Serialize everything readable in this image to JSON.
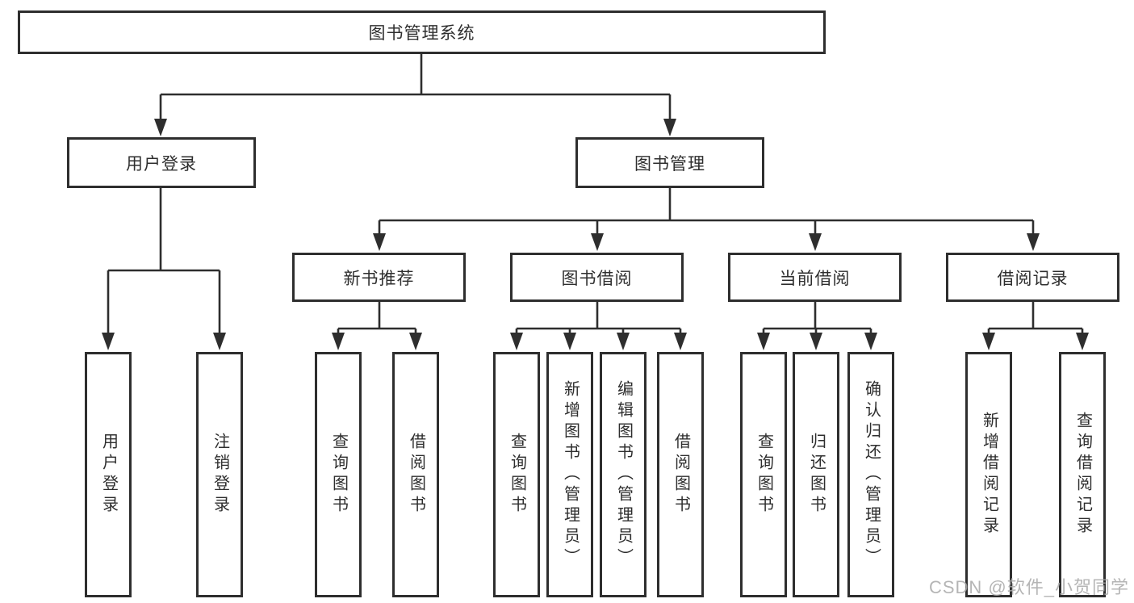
{
  "tree": {
    "root": {
      "label": "图书管理系统"
    },
    "user_login": {
      "label": "用户登录",
      "leaves": [
        "用户登录",
        "注销登录"
      ]
    },
    "book_mgmt": {
      "label": "图书管理",
      "sections": [
        {
          "label": "新书推荐",
          "leaves": [
            "查询图书",
            "借阅图书"
          ]
        },
        {
          "label": "图书借阅",
          "leaves": [
            "查询图书",
            "新增图书（管理员）",
            "编辑图书（管理员）",
            "借阅图书"
          ]
        },
        {
          "label": "当前借阅",
          "leaves": [
            "查询图书",
            "归还图书",
            "确认归还（管理员）"
          ]
        },
        {
          "label": "借阅记录",
          "leaves": [
            "新增借阅记录",
            "查询借阅记录"
          ]
        }
      ]
    }
  },
  "watermark": "CSDN @软件_小贺同学",
  "colors": {
    "line": "#2e2e2e",
    "text": "#2e2e2e",
    "watermark": "#a9a9a9",
    "background": "#ffffff"
  }
}
